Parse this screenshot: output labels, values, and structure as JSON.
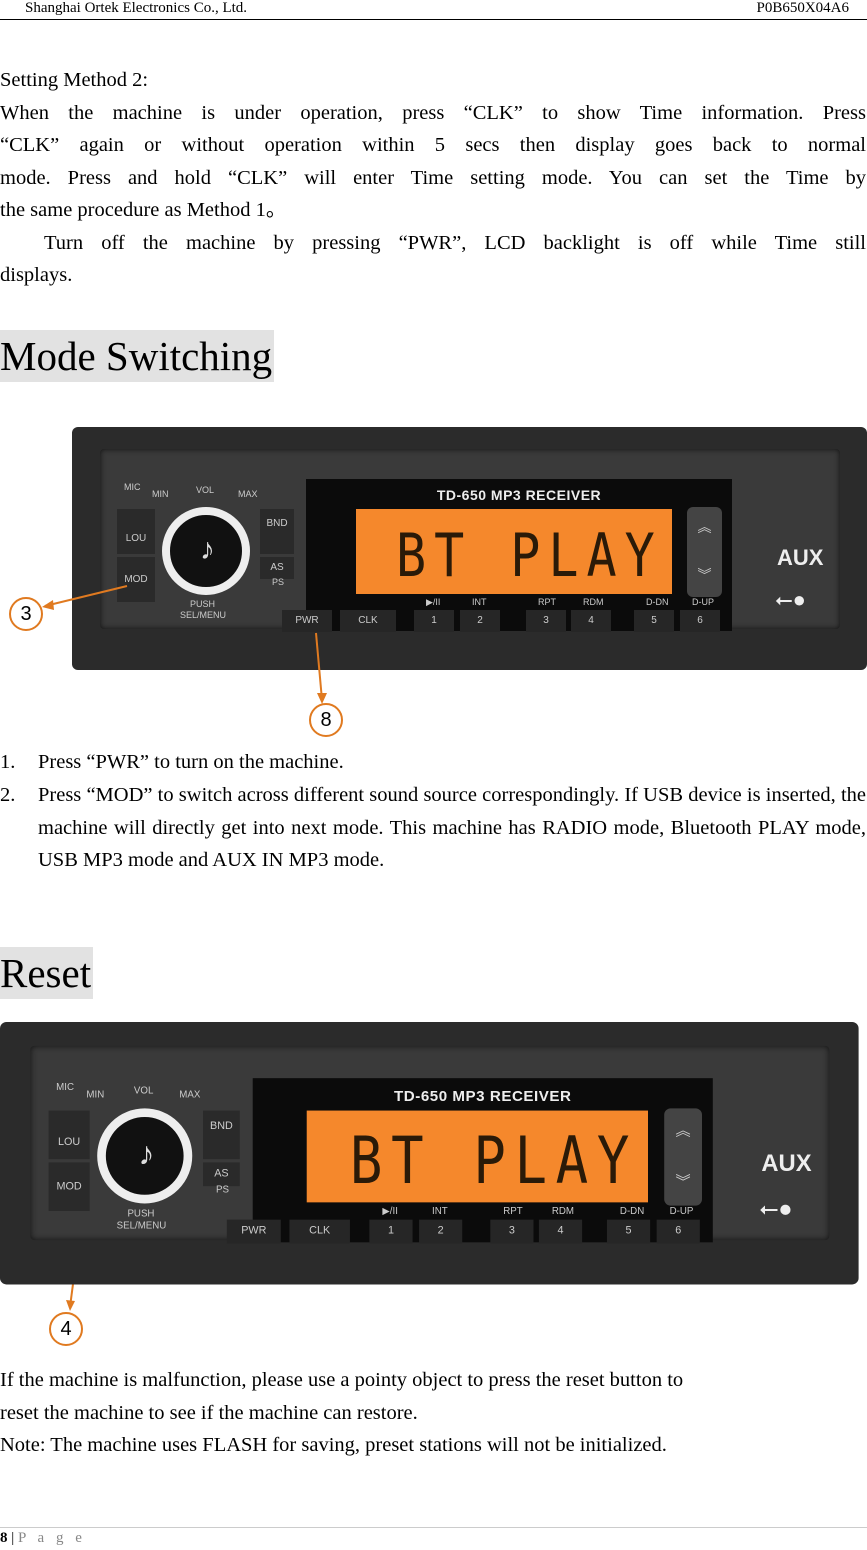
{
  "header": {
    "company": "Shanghai Ortek Electronics Co., Ltd.",
    "doc_id": "P0B650X04A6"
  },
  "setting": {
    "title": "Setting Method 2:",
    "line1": "When the machine is under operation, press “CLK” to show Time information. Press",
    "line2": "“CLK” again or without operation within 5 secs then display goes back to normal",
    "line3": "mode. Press and hold “CLK” will enter Time setting mode. You can set the Time by",
    "line4": "the same procedure as Method 1。",
    "line5": "Turn off the machine by pressing “PWR”, LCD backlight is off while Time still",
    "line6": "displays."
  },
  "mode_switching": {
    "heading": "Mode Switching",
    "callouts": [
      "3",
      "8"
    ],
    "items": [
      {
        "num": "1.",
        "text": "Press “PWR” to turn on the machine."
      },
      {
        "num": "2.",
        "text": "Press “MOD” to switch across different sound source correspondingly. If USB device is inserted, the machine will directly get into next mode. This machine has RADIO mode, Bluetooth PLAY mode, USB MP3 mode and AUX IN MP3 mode."
      }
    ]
  },
  "reset": {
    "heading": "Reset",
    "callouts": [
      "4"
    ],
    "line1": "If the machine is malfunction, please use a pointy object to press the reset button to",
    "line2": "reset the machine to see if the machine can restore.",
    "line3": "Note: The machine uses FLASH for saving, preset stations will not be initialized."
  },
  "device": {
    "model": "TD-650 MP3 RECEIVER",
    "lcd_text": "BT PLAY",
    "mic": "MIC",
    "min": "MIN",
    "vol": "VOL",
    "max": "MAX",
    "lou": "LOU",
    "mod": "MOD",
    "band": "BND",
    "as": "AS",
    "ps": "PS",
    "push": "PUSH",
    "sel_menu": "SEL/MENU",
    "pwr": "PWR",
    "clk": "CLK",
    "presets": [
      {
        "top": "▶/II",
        "num": "1"
      },
      {
        "top": "INT",
        "num": "2"
      },
      {
        "top": "RPT",
        "num": "3"
      },
      {
        "top": "RDM",
        "num": "4"
      },
      {
        "top": "D-DN",
        "num": "5"
      },
      {
        "top": "D-UP",
        "num": "6"
      }
    ],
    "aux": "AUX",
    "lcd_color": "#f5882c"
  },
  "footer": {
    "page_num": "8",
    "page_label": "P a g e"
  }
}
